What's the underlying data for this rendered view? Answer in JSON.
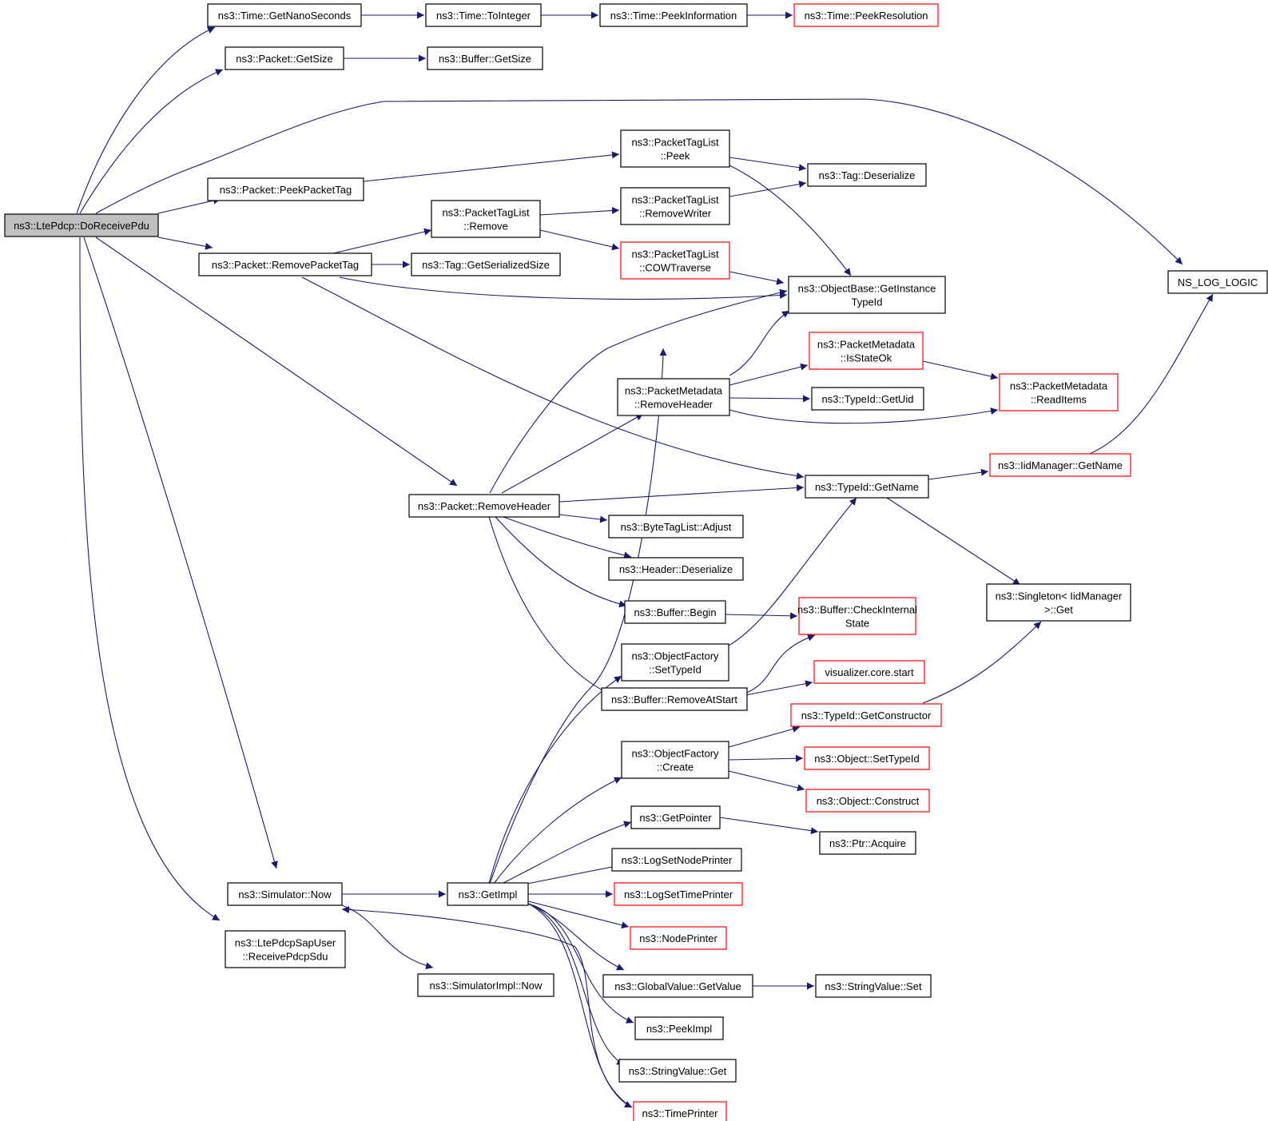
{
  "colors": {
    "edge": "#191970",
    "node_border": "#000000",
    "node_border_incomplete": "#ff0000",
    "root_fill": "#bfbfbf",
    "node_fill": "#ffffff"
  },
  "nodes": [
    {
      "id": "root",
      "lines": [
        "ns3::LtePdcp::DoReceivePdu"
      ],
      "style": "root"
    },
    {
      "id": "n1",
      "lines": [
        "ns3::Time::GetNanoSeconds"
      ],
      "style": "normal"
    },
    {
      "id": "n2",
      "lines": [
        "ns3::Time::ToInteger"
      ],
      "style": "normal"
    },
    {
      "id": "n3",
      "lines": [
        "ns3::Time::PeekInformation"
      ],
      "style": "normal"
    },
    {
      "id": "n4",
      "lines": [
        "ns3::Time::PeekResolution"
      ],
      "style": "red"
    },
    {
      "id": "n5",
      "lines": [
        "ns3::Packet::GetSize"
      ],
      "style": "normal"
    },
    {
      "id": "n6",
      "lines": [
        "ns3::Buffer::GetSize"
      ],
      "style": "normal"
    },
    {
      "id": "n7",
      "lines": [
        "NS_LOG_LOGIC"
      ],
      "style": "normal"
    },
    {
      "id": "n8",
      "lines": [
        "ns3::PacketTagList",
        "::Peek"
      ],
      "style": "normal"
    },
    {
      "id": "n9",
      "lines": [
        "ns3::Packet::PeekPacketTag"
      ],
      "style": "normal"
    },
    {
      "id": "n10",
      "lines": [
        "ns3::Tag::Deserialize"
      ],
      "style": "normal"
    },
    {
      "id": "n11",
      "lines": [
        "ns3::PacketTagList",
        "::Remove"
      ],
      "style": "normal"
    },
    {
      "id": "n12",
      "lines": [
        "ns3::PacketTagList",
        "::RemoveWriter"
      ],
      "style": "normal"
    },
    {
      "id": "n13",
      "lines": [
        "ns3::Packet::RemovePacketTag"
      ],
      "style": "normal"
    },
    {
      "id": "n14",
      "lines": [
        "ns3::Tag::GetSerializedSize"
      ],
      "style": "normal"
    },
    {
      "id": "n15",
      "lines": [
        "ns3::PacketTagList",
        "::COWTraverse"
      ],
      "style": "red"
    },
    {
      "id": "n16",
      "lines": [
        "ns3::ObjectBase::GetInstance",
        "TypeId"
      ],
      "style": "normal"
    },
    {
      "id": "n17",
      "lines": [
        "ns3::PacketMetadata",
        "::IsStateOk"
      ],
      "style": "red"
    },
    {
      "id": "n18",
      "lines": [
        "ns3::PacketMetadata",
        "::RemoveHeader"
      ],
      "style": "normal"
    },
    {
      "id": "n19",
      "lines": [
        "ns3::PacketMetadata",
        "::ReadItems"
      ],
      "style": "red"
    },
    {
      "id": "n20",
      "lines": [
        "ns3::TypeId::GetUid"
      ],
      "style": "normal"
    },
    {
      "id": "n21",
      "lines": [
        "ns3::IidManager::GetName"
      ],
      "style": "red"
    },
    {
      "id": "n22",
      "lines": [
        "ns3::TypeId::GetName"
      ],
      "style": "normal"
    },
    {
      "id": "n23",
      "lines": [
        "ns3::Packet::RemoveHeader"
      ],
      "style": "normal"
    },
    {
      "id": "n24",
      "lines": [
        "ns3::ByteTagList::Adjust"
      ],
      "style": "normal"
    },
    {
      "id": "n25",
      "lines": [
        "ns3::Header::Deserialize"
      ],
      "style": "normal"
    },
    {
      "id": "n26",
      "lines": [
        "ns3::Singleton< IidManager",
        " >::Get"
      ],
      "style": "normal"
    },
    {
      "id": "n27",
      "lines": [
        "ns3::Buffer::Begin"
      ],
      "style": "normal"
    },
    {
      "id": "n28",
      "lines": [
        "ns3::Buffer::CheckInternal",
        "State"
      ],
      "style": "red"
    },
    {
      "id": "n29",
      "lines": [
        "ns3::ObjectFactory",
        "::SetTypeId"
      ],
      "style": "normal"
    },
    {
      "id": "n30",
      "lines": [
        "visualizer.core.start"
      ],
      "style": "red"
    },
    {
      "id": "n31",
      "lines": [
        "ns3::Buffer::RemoveAtStart"
      ],
      "style": "normal"
    },
    {
      "id": "n32",
      "lines": [
        "ns3::TypeId::GetConstructor"
      ],
      "style": "red"
    },
    {
      "id": "n33",
      "lines": [
        "ns3::ObjectFactory",
        "::Create"
      ],
      "style": "normal"
    },
    {
      "id": "n34",
      "lines": [
        "ns3::Object::SetTypeId"
      ],
      "style": "red"
    },
    {
      "id": "n35",
      "lines": [
        "ns3::Object::Construct"
      ],
      "style": "red"
    },
    {
      "id": "n36",
      "lines": [
        "ns3::GetPointer"
      ],
      "style": "normal"
    },
    {
      "id": "n37",
      "lines": [
        "ns3::Ptr::Acquire"
      ],
      "style": "normal"
    },
    {
      "id": "n38",
      "lines": [
        "ns3::LogSetNodePrinter"
      ],
      "style": "normal"
    },
    {
      "id": "n39",
      "lines": [
        "ns3::Simulator::Now"
      ],
      "style": "normal"
    },
    {
      "id": "n40",
      "lines": [
        "ns3::GetImpl"
      ],
      "style": "normal"
    },
    {
      "id": "n41",
      "lines": [
        "ns3::LogSetTimePrinter"
      ],
      "style": "red"
    },
    {
      "id": "n42",
      "lines": [
        "ns3::NodePrinter"
      ],
      "style": "red"
    },
    {
      "id": "n43",
      "lines": [
        "ns3::LtePdcpSapUser",
        "::ReceivePdcpSdu"
      ],
      "style": "normal"
    },
    {
      "id": "n44",
      "lines": [
        "ns3::GlobalValue::GetValue"
      ],
      "style": "normal"
    },
    {
      "id": "n45",
      "lines": [
        "ns3::StringValue::Set"
      ],
      "style": "normal"
    },
    {
      "id": "n46",
      "lines": [
        "ns3::SimulatorImpl::Now"
      ],
      "style": "normal"
    },
    {
      "id": "n47",
      "lines": [
        "ns3::PeekImpl"
      ],
      "style": "normal"
    },
    {
      "id": "n48",
      "lines": [
        "ns3::StringValue::Get"
      ],
      "style": "normal"
    },
    {
      "id": "n49",
      "lines": [
        "ns3::TimePrinter"
      ],
      "style": "red"
    }
  ],
  "edges": [
    {
      "from": "root",
      "to": "n1"
    },
    {
      "from": "root",
      "to": "n5"
    },
    {
      "from": "root",
      "to": "n7"
    },
    {
      "from": "root",
      "to": "n9"
    },
    {
      "from": "root",
      "to": "n13"
    },
    {
      "from": "root",
      "to": "n23"
    },
    {
      "from": "root",
      "to": "n39"
    },
    {
      "from": "root",
      "to": "n43"
    },
    {
      "from": "n1",
      "to": "n2"
    },
    {
      "from": "n2",
      "to": "n3"
    },
    {
      "from": "n3",
      "to": "n4"
    },
    {
      "from": "n5",
      "to": "n6"
    },
    {
      "from": "n9",
      "to": "n8"
    },
    {
      "from": "n8",
      "to": "n10"
    },
    {
      "from": "n8",
      "to": "n16"
    },
    {
      "from": "n13",
      "to": "n11"
    },
    {
      "from": "n13",
      "to": "n14"
    },
    {
      "from": "n13",
      "to": "n16"
    },
    {
      "from": "n13",
      "to": "n22"
    },
    {
      "from": "n11",
      "to": "n12"
    },
    {
      "from": "n11",
      "to": "n15"
    },
    {
      "from": "n12",
      "to": "n10"
    },
    {
      "from": "n15",
      "to": "n16"
    },
    {
      "from": "n18",
      "to": "n16"
    },
    {
      "from": "n18",
      "to": "n17"
    },
    {
      "from": "n18",
      "to": "n20"
    },
    {
      "from": "n18",
      "to": "n19"
    },
    {
      "from": "n17",
      "to": "n19"
    },
    {
      "from": "n23",
      "to": "n16"
    },
    {
      "from": "n23",
      "to": "n18"
    },
    {
      "from": "n23",
      "to": "n22"
    },
    {
      "from": "n23",
      "to": "n24"
    },
    {
      "from": "n23",
      "to": "n25"
    },
    {
      "from": "n23",
      "to": "n27"
    },
    {
      "from": "n23",
      "to": "n31"
    },
    {
      "from": "n22",
      "to": "n21"
    },
    {
      "from": "n22",
      "to": "n26"
    },
    {
      "from": "n21",
      "to": "n7"
    },
    {
      "from": "n27",
      "to": "n28"
    },
    {
      "from": "n29",
      "to": "n22"
    },
    {
      "from": "n31",
      "to": "n28"
    },
    {
      "from": "n31",
      "to": "n30"
    },
    {
      "from": "n32",
      "to": "n26"
    },
    {
      "from": "n33",
      "to": "n32"
    },
    {
      "from": "n33",
      "to": "n34"
    },
    {
      "from": "n33",
      "to": "n35"
    },
    {
      "from": "n36",
      "to": "n37"
    },
    {
      "from": "n39",
      "to": "n40"
    },
    {
      "from": "n39",
      "to": "n46"
    },
    {
      "from": "n40",
      "to": "n16"
    },
    {
      "from": "n40",
      "to": "n29"
    },
    {
      "from": "n40",
      "to": "n33"
    },
    {
      "from": "n40",
      "to": "n36"
    },
    {
      "from": "n40",
      "to": "n38"
    },
    {
      "from": "n40",
      "to": "n41"
    },
    {
      "from": "n40",
      "to": "n42"
    },
    {
      "from": "n40",
      "to": "n44"
    },
    {
      "from": "n40",
      "to": "n47"
    },
    {
      "from": "n40",
      "to": "n48"
    },
    {
      "from": "n40",
      "to": "n49"
    },
    {
      "from": "n44",
      "to": "n45"
    },
    {
      "from": "n49",
      "to": "n39"
    }
  ]
}
